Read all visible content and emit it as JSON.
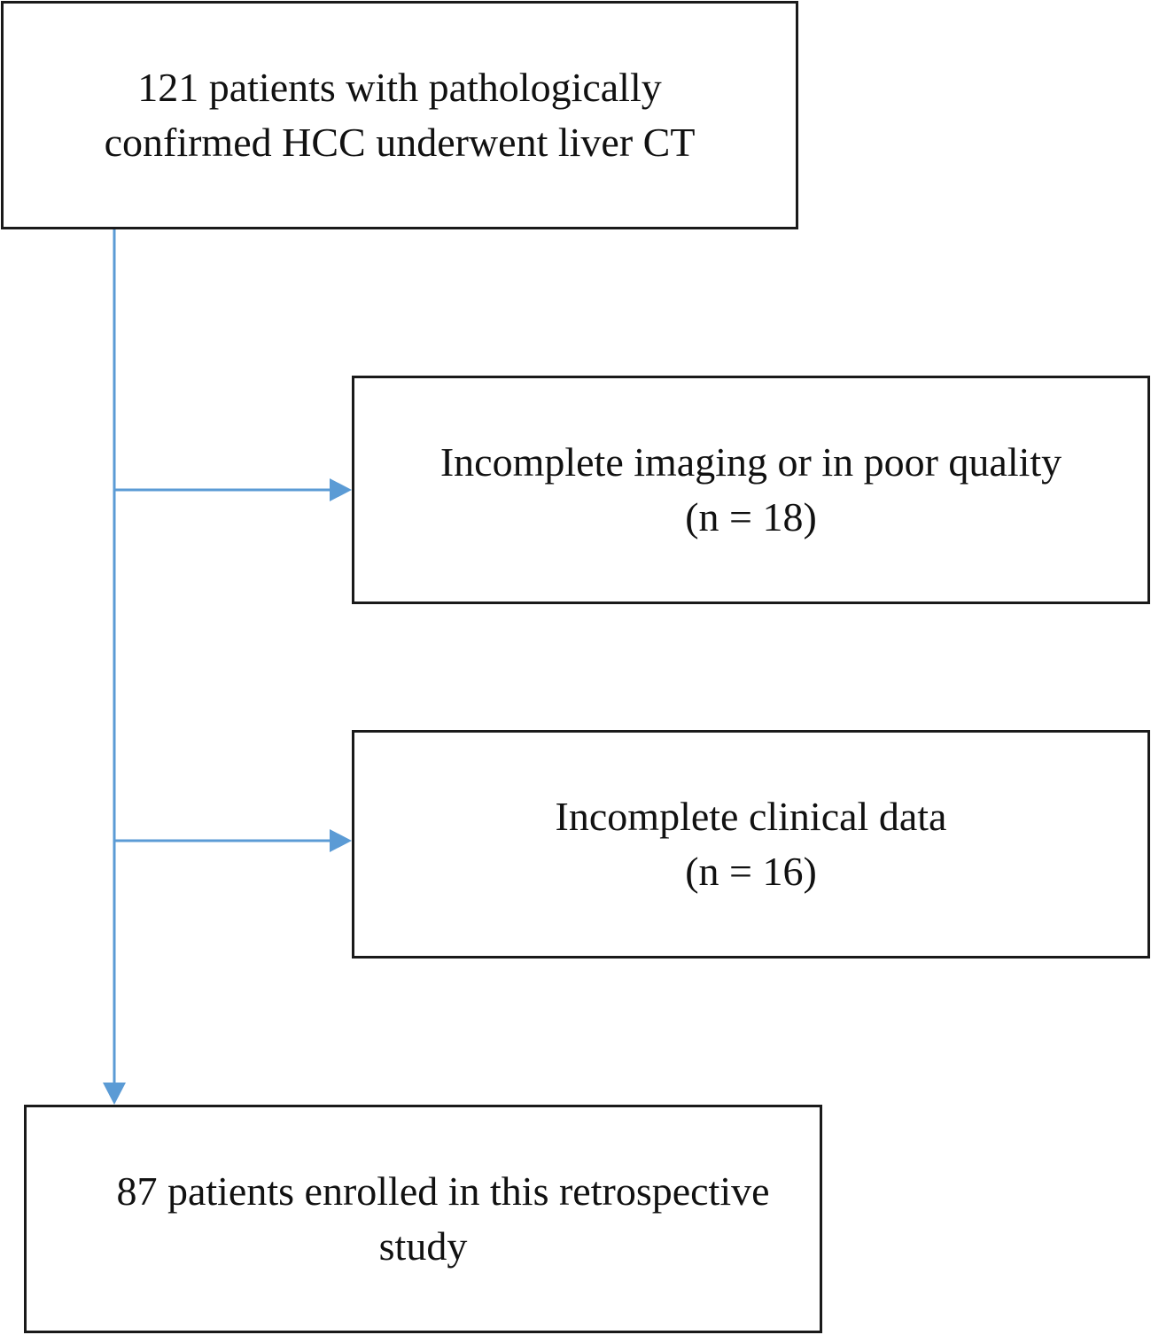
{
  "diagram": {
    "line_color": "#5b9bd5",
    "border_color": "#1a1a1a",
    "nodes": {
      "start": {
        "line_1": "121 patients with pathologically",
        "line_2": "confirmed HCC underwent liver CT"
      },
      "exclusion_1": {
        "line_1": "Incomplete imaging or in poor quality",
        "line_2": "(n = 18)"
      },
      "exclusion_2": {
        "line_1": "Incomplete clinical data",
        "line_2": "(n = 16)"
      },
      "final": {
        "line_1": "87 patients enrolled in this retrospective",
        "line_2": "study"
      }
    }
  }
}
